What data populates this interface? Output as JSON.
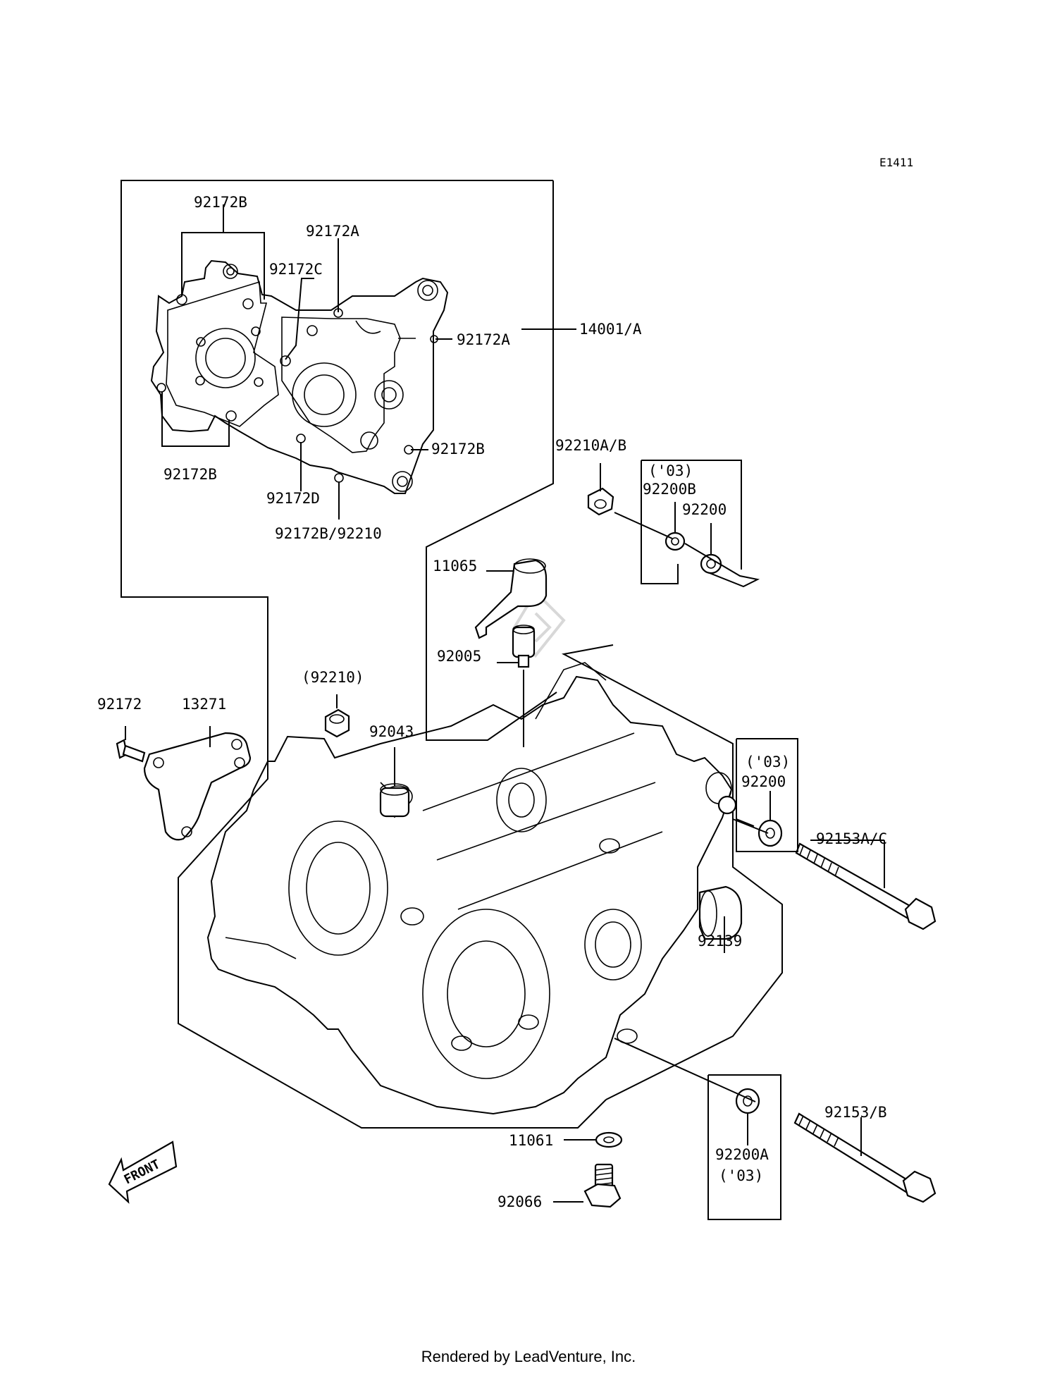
{
  "diagram": {
    "code": "E1411",
    "labels": {
      "l_92172B_top": "92172B",
      "l_92172A_top": "92172A",
      "l_92172C": "92172C",
      "l_14001A": "14001/A",
      "l_92172A_right": "92172A",
      "l_92172B_right": "92172B",
      "l_92172B_bottom": "92172B",
      "l_92172D": "92172D",
      "l_92172B_92210": "92172B/92210",
      "l_92210AB": "92210A/B",
      "l_03_a": "('03)",
      "l_92200B": "92200B",
      "l_92200_a": "92200",
      "l_11065": "11065",
      "l_92005": "92005",
      "l_92210p": "(92210)",
      "l_92172": "92172",
      "l_13271": "13271",
      "l_92043": "92043",
      "l_03_b": "('03)",
      "l_92200_b": "92200",
      "l_92153AC": "92153A/C",
      "l_92139": "92139",
      "l_92153B": "92153/B",
      "l_11061": "11061",
      "l_92200A": "92200A",
      "l_03_c": "('03)",
      "l_92066": "92066",
      "front": "FRONT"
    }
  },
  "footer": "Rendered by LeadVenture, Inc."
}
